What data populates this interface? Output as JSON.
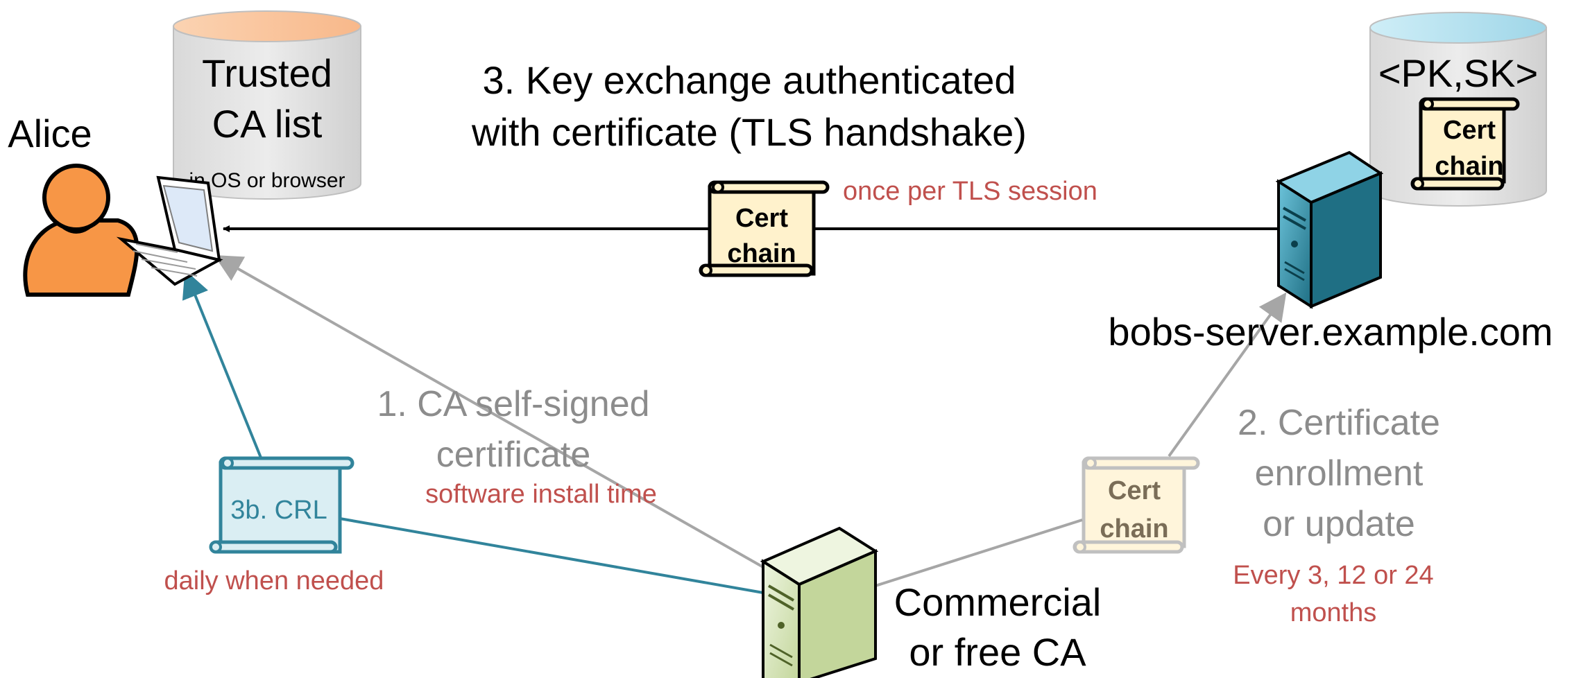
{
  "alice": {
    "label": "Alice"
  },
  "trusted_db": {
    "title_line1": "Trusted",
    "title_line2": "CA list",
    "subtitle": "in OS or browser"
  },
  "step3": {
    "line1": "3. Key exchange authenticated",
    "line2": "with certificate (TLS handshake)",
    "note": "once per TLS session"
  },
  "server_db": {
    "label": "<PK,SK>"
  },
  "server": {
    "label": "bobs-server.example.com"
  },
  "step1": {
    "line1": "1. CA self-signed",
    "line2": "certificate",
    "note": "software install time"
  },
  "step2": {
    "line1": "2. Certificate",
    "line2": "enrollment",
    "line3": "or update",
    "note_line1": "Every 3, 12 or 24",
    "note_line2": "months"
  },
  "crl": {
    "label": "3b. CRL",
    "note": "daily when needed"
  },
  "ca": {
    "line1": "Commercial",
    "line2": "or free CA"
  },
  "cert_chain": {
    "line1": "Cert",
    "line2": "chain"
  },
  "colors": {
    "black_arrow": "#000000",
    "gray_arrow": "#a6a6a6",
    "teal_arrow": "#31849b",
    "note_red": "#c0504d",
    "scroll_fill": "#fff2cc",
    "crl_fill": "#daeef3",
    "alice_orange": "#f79646",
    "server_teal": "#31849b",
    "ca_green": "#d7e4bd"
  },
  "icons": [
    "person-icon",
    "laptop-icon",
    "database-icon",
    "server-icon",
    "scroll-icon"
  ]
}
